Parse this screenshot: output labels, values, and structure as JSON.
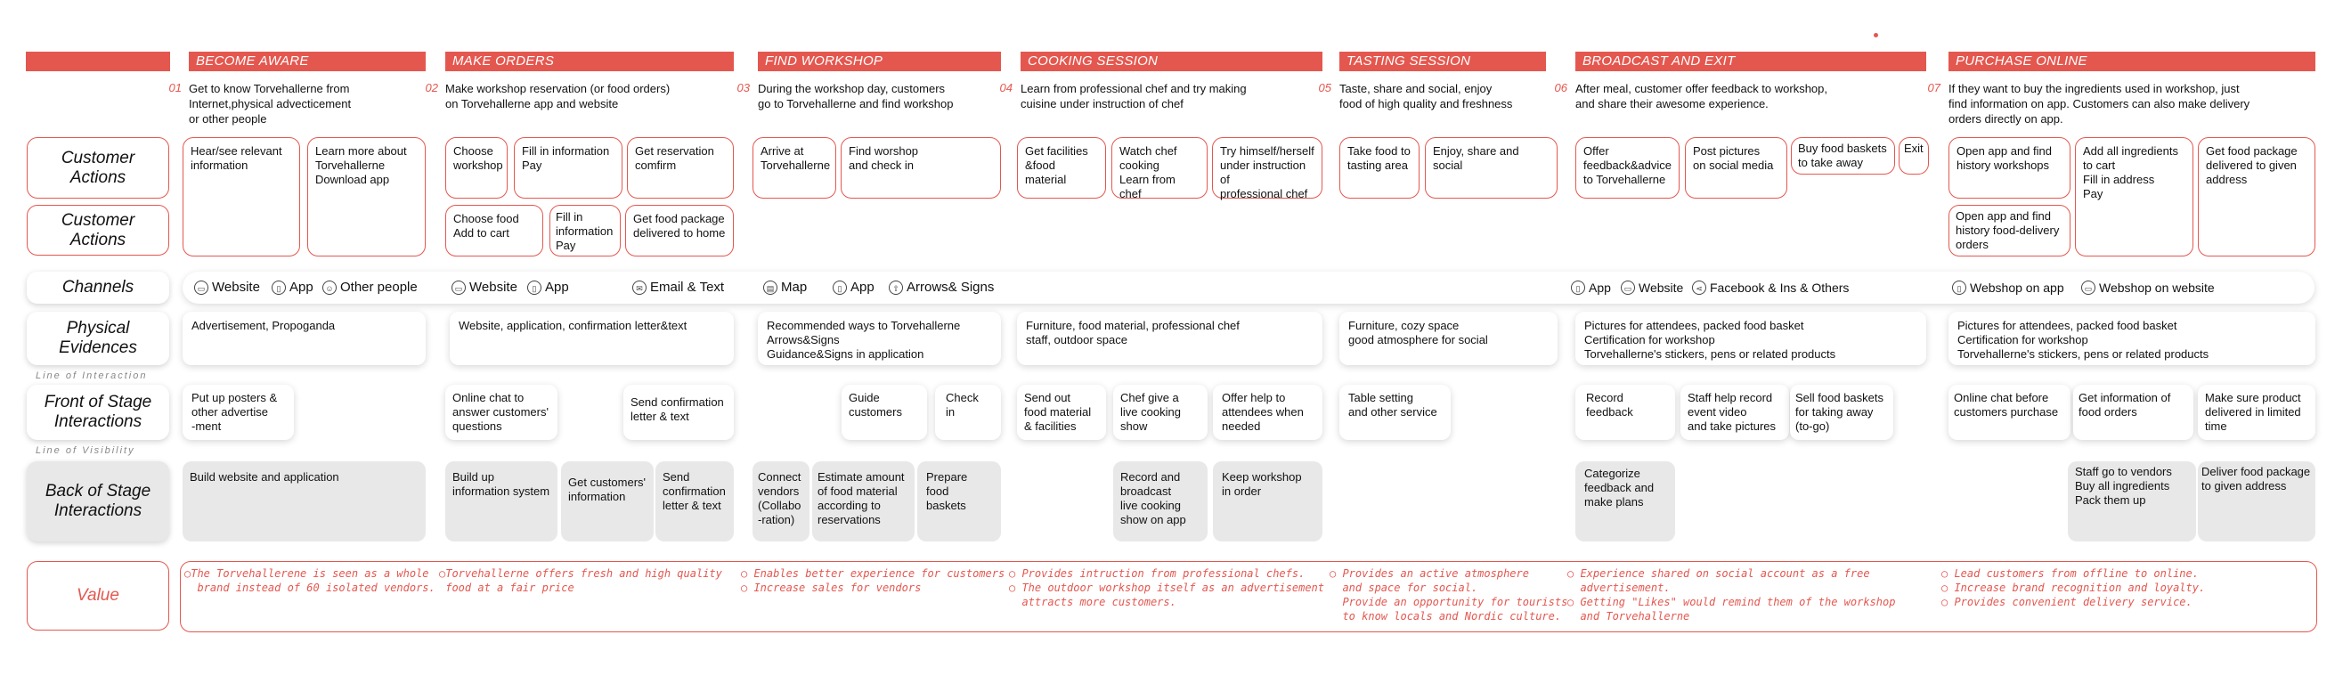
{
  "colors": {
    "accent": "#e4574f",
    "grey": "#e8e8e8"
  },
  "stages": [
    {
      "name": "BECOME AWARE",
      "num": "01",
      "desc": "Get to know Torvehallerne from\nInternet,physical advecticement\nor other people"
    },
    {
      "name": "MAKE ORDERS",
      "num": "02",
      "desc": "Make workshop reservation (or food orders)\non Torvehallerne app and website"
    },
    {
      "name": "FIND WORKSHOP",
      "num": "03",
      "desc": "During the workshop day, customers\ngo to Torvehallerne and find workshop"
    },
    {
      "name": "COOKING SESSION",
      "num": "04",
      "desc": "Learn from professional chef and try making\ncuisine under instruction of chef"
    },
    {
      "name": "TASTING SESSION",
      "num": "05",
      "desc": "Taste, share and social, enjoy\nfood of high quality and freshness"
    },
    {
      "name": "BROADCAST AND EXIT",
      "num": "06",
      "desc": "After meal, customer offer feedback to workshop,\nand share their awesome experience."
    },
    {
      "name": "PURCHASE ONLINE",
      "num": "07",
      "desc": "If they want to buy the ingredients used in workshop, just\nfind information on app. Customers can also make delivery\norders directly on app."
    }
  ],
  "rows": {
    "customer_actions_1": "Customer\nActions",
    "customer_actions_2": "Customer\nActions",
    "channels": "Channels",
    "physical": "Physical\nEvidences",
    "line_interaction": "Line of Interaction",
    "front": "Front of Stage\nInteractions",
    "line_visibility": "Line of Visibility",
    "back": "Back of Stage\nInteractions",
    "value": "Value"
  },
  "actions": [
    "Hear/see relevant\ninformation",
    "Learn more about\nTorvehallerne\nDownload app",
    "Choose\nworkshop",
    "Fill in information\nPay",
    "Get reservation\ncomfirm",
    "Choose food\nAdd to cart",
    "Fill in\ninformation\nPay",
    "Get food package\ndelivered to home",
    "Arrive at\nTorvehallerne",
    "Find worshop\nand check in",
    "Get facilities\n&food material",
    "Watch chef\ncooking\nLearn from chef",
    "Try himself/herself\nunder instruction of\nprofessional chef",
    "Take food to\ntasting area",
    "Enjoy, share and social",
    "Offer\nfeedback&advice\nto Torvehallerne",
    "Post pictures\non social media",
    "Buy food baskets\nto take away",
    "Exit",
    "Open app and find\nhistory workshops",
    "Add all ingredients\nto cart\nFill in address\nPay",
    "Get food package\ndelivered to given\naddress",
    "Open app and find\nhistory food-delivery\norders"
  ],
  "channels": [
    {
      "icon": "website-icon",
      "label": "Website"
    },
    {
      "icon": "app-icon",
      "label": "App"
    },
    {
      "icon": "people-icon",
      "label": "Other people"
    },
    {
      "icon": "website-icon",
      "label": "Website"
    },
    {
      "icon": "app-icon",
      "label": "App"
    },
    {
      "icon": "email-icon",
      "label": "Email & Text"
    },
    {
      "icon": "map-icon",
      "label": "Map"
    },
    {
      "icon": "app-icon",
      "label": "App"
    },
    {
      "icon": "signs-icon",
      "label": "Arrows& Signs"
    },
    {
      "icon": "app-icon",
      "label": "App"
    },
    {
      "icon": "website-icon",
      "label": "Website"
    },
    {
      "icon": "share-icon",
      "label": "Facebook & Ins & Others"
    },
    {
      "icon": "app-icon",
      "label": "Webshop on app"
    },
    {
      "icon": "website-icon",
      "label": "Webshop on website"
    }
  ],
  "physical": [
    "Advertisement, Propoganda",
    "Website, application, confirmation letter&text",
    "Recommended ways to Torvehallerne\nArrows&Signs\nGuidance&Signs in application",
    "Furniture, food material, professional chef\nstaff, outdoor space",
    "Furniture, cozy space\ngood atmosphere for social",
    "Pictures for attendees, packed food basket\nCertification for workshop\nTorvehallerne's stickers, pens or related products",
    "Pictures for attendees, packed food basket\nCertification for workshop\nTorvehallerne's stickers, pens or related products"
  ],
  "front": [
    "Put up posters &\nother advertise\n-ment",
    "Online chat to\nanswer customers'\nquestions",
    "Send confirmation\nletter & text",
    "Guide\ncustomers",
    "Check in",
    "Send out\nfood material\n& facilities",
    "Chef give a\nlive cooking\nshow",
    "Offer help to\nattendees when\nneeded",
    "Table setting\nand other service",
    "Record\nfeedback",
    "Staff help record\nevent video\nand take pictures",
    "Sell food baskets\nfor taking away\n(to-go)",
    "Online chat before\ncustomers purchase",
    "Get information of\nfood orders",
    "Make sure product\ndelivered in limited\ntime"
  ],
  "back": [
    "Build website and application",
    "Build up\ninformation system",
    "Get customers'\ninformation",
    "Send\nconfirmation\nletter & text",
    "Connect\nvendors\n(Collabo\n-ration)",
    "Estimate amount\nof food material\naccording to\nreservations",
    "Prepare food\nbaskets",
    "Record and\nbroadcast\nlive cooking\nshow on app",
    "Keep workshop\nin order",
    "Categorize\nfeedback and\nmake plans",
    "Staff go to vendors\nBuy all ingredients\nPack them up",
    "Deliver food package\nto given address"
  ],
  "values": [
    "○The Torvehallerene is seen as a whole\n  brand instead of 60 isolated vendors.",
    "○Torvehallerne offers fresh and high quality\n food at a fair price",
    "○ Enables better experience for customers\n○ Increase sales for vendors",
    "○ Provides intruction from professional chefs.\n○ The outdoor workshop itself as an advertisement\n  attracts more customers.",
    "○ Provides an active atmosphere\n  and space for social.\n  Provide an opportunity for tourists\n  to know locals and Nordic culture.",
    "○ Experience shared on social account as a free\n  advertisement.\n○ Getting \"Likes\" would remind them of the workshop\n  and Torvehallerne",
    "○ Lead customers from offline to online.\n○ Increase brand recognition and loyalty.\n○ Provides convenient delivery service."
  ]
}
